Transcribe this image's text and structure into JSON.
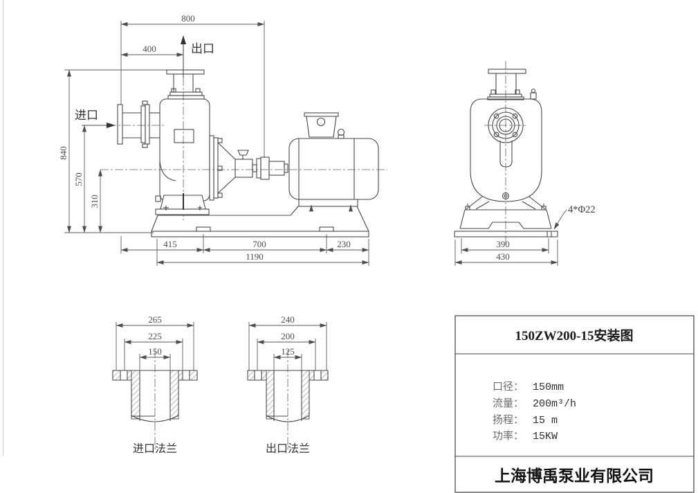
{
  "drawing": {
    "side_view": {
      "labels": {
        "outlet": "出口",
        "inlet": "进口"
      },
      "dims": {
        "width_total": "800",
        "width_outlet": "400",
        "height_total": "840",
        "height_inlet": "570",
        "height_shaft": "310",
        "base_a": "415",
        "base_b": "700",
        "base_c": "230",
        "base_total": "1190"
      }
    },
    "front_view": {
      "dims": {
        "bolt_span": "390",
        "base_width": "430"
      },
      "anchor_note": "4*Φ22"
    },
    "flange_inlet": {
      "caption": "进口法兰",
      "dims": {
        "outer": "265",
        "pcd": "225",
        "bore": "150"
      }
    },
    "flange_outlet": {
      "caption": "出口法兰",
      "dims": {
        "outer": "240",
        "pcd": "200",
        "bore": "125"
      }
    },
    "title_block": {
      "title": "150ZW200-15安装图",
      "specs": [
        {
          "label": "口径：",
          "value": "150mm"
        },
        {
          "label": "流量：",
          "value": "200m³/h"
        },
        {
          "label": "扬程：",
          "value": "15 m"
        },
        {
          "label": "功率：",
          "value": "15KW"
        }
      ],
      "company": "上海博禹泵业有限公司"
    }
  }
}
